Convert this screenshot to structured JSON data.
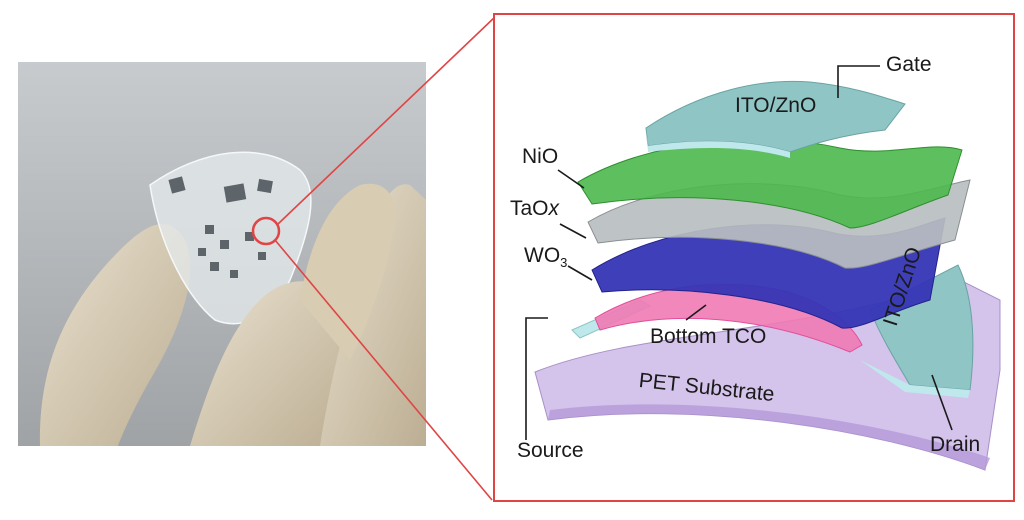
{
  "labels": {
    "gate": "Gate",
    "ito_zno_top": "ITO/ZnO",
    "nio": "NiO",
    "taox_base": "TaO",
    "taox_sub": "x",
    "wo3_base": "WO",
    "wo3_sub": "3",
    "bottom_tco": "Bottom TCO",
    "ito_zno_right": "ITO/ZnO",
    "pet_substrate": "PET Substrate",
    "source": "Source",
    "drain": "Drain"
  },
  "colors": {
    "frame": "#e04545",
    "ito_zno": "#8fc5c5",
    "nio": "#4cb84c",
    "taox": "#b9bec0",
    "wo3": "#3535b5",
    "bottom_tco": "#f07ab4",
    "pet": "#cdb8e6"
  }
}
